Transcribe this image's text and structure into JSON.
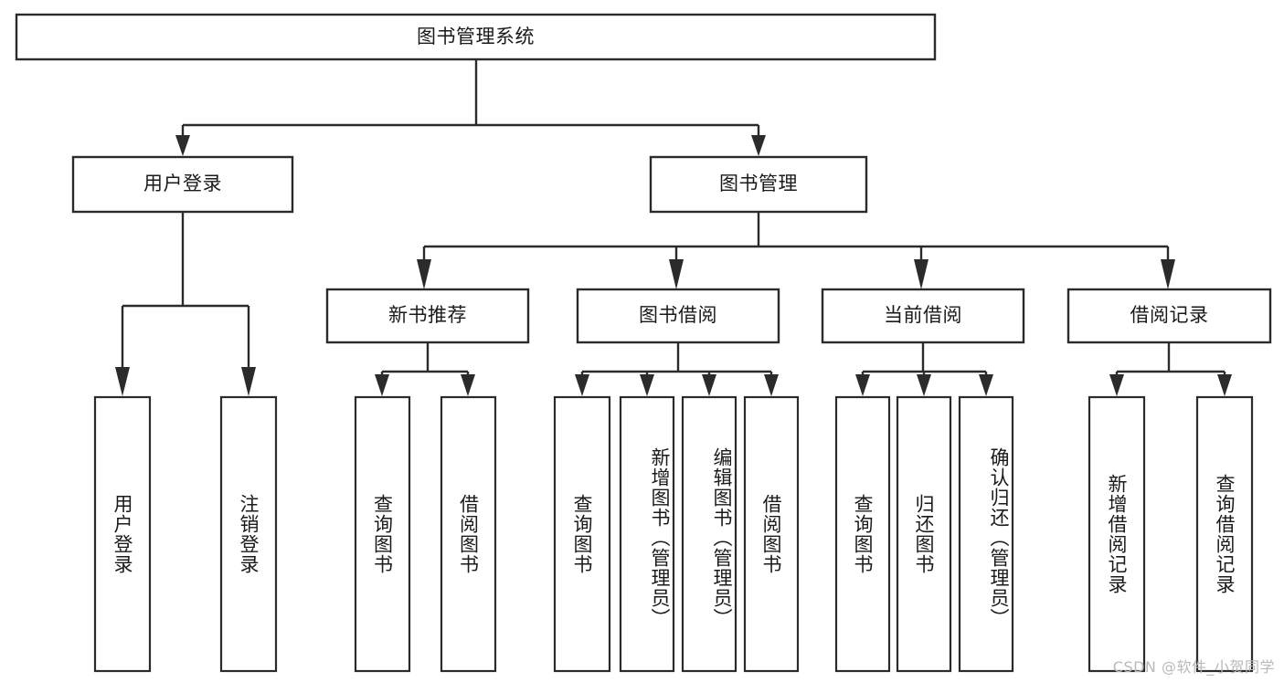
{
  "diagram": {
    "title": "图书管理系统",
    "type": "tree",
    "orientation": "top-down",
    "colors": {
      "box_stroke": "#2b2b2b",
      "box_fill": "#ffffff",
      "text": "#1a1a1a",
      "background": "#ffffff",
      "watermark": "#b9b9b9"
    },
    "root": {
      "id": "root",
      "label": "图书管理系统",
      "text_orientation": "horizontal"
    },
    "level2": [
      {
        "id": "user-login",
        "label": "用户登录",
        "text_orientation": "horizontal"
      },
      {
        "id": "book-management",
        "label": "图书管理",
        "text_orientation": "horizontal"
      }
    ],
    "level3": [
      {
        "id": "new-book-recommend",
        "label": "新书推荐",
        "parent": "book-management",
        "text_orientation": "horizontal"
      },
      {
        "id": "book-borrow",
        "label": "图书借阅",
        "parent": "book-management",
        "text_orientation": "horizontal"
      },
      {
        "id": "current-borrow",
        "label": "当前借阅",
        "parent": "book-management",
        "text_orientation": "horizontal"
      },
      {
        "id": "borrow-records",
        "label": "借阅记录",
        "parent": "book-management",
        "text_orientation": "horizontal"
      }
    ],
    "leaves": [
      {
        "id": "leaf-user-login",
        "label": "用户登录",
        "parent": "user-login",
        "text_orientation": "vertical"
      },
      {
        "id": "leaf-logout",
        "label": "注销登录",
        "parent": "user-login",
        "text_orientation": "vertical"
      },
      {
        "id": "leaf-query-book-1",
        "label": "查询图书",
        "parent": "new-book-recommend",
        "text_orientation": "vertical"
      },
      {
        "id": "leaf-borrow-book-1",
        "label": "借阅图书",
        "parent": "new-book-recommend",
        "text_orientation": "vertical"
      },
      {
        "id": "leaf-query-book-2",
        "label": "查询图书",
        "parent": "book-borrow",
        "text_orientation": "vertical"
      },
      {
        "id": "leaf-add-book",
        "label": "新增图书（管理员）",
        "parent": "book-borrow",
        "text_orientation": "vertical"
      },
      {
        "id": "leaf-edit-book",
        "label": "编辑图书（管理员）",
        "parent": "book-borrow",
        "text_orientation": "vertical"
      },
      {
        "id": "leaf-borrow-book-2",
        "label": "借阅图书",
        "parent": "book-borrow",
        "text_orientation": "vertical"
      },
      {
        "id": "leaf-query-book-3",
        "label": "查询图书",
        "parent": "current-borrow",
        "text_orientation": "vertical"
      },
      {
        "id": "leaf-return-book",
        "label": "归还图书",
        "parent": "current-borrow",
        "text_orientation": "vertical"
      },
      {
        "id": "leaf-confirm-return",
        "label": "确认归还（管理员）",
        "parent": "current-borrow",
        "text_orientation": "vertical"
      },
      {
        "id": "leaf-add-record",
        "label": "新增借阅记录",
        "parent": "borrow-records",
        "text_orientation": "vertical"
      },
      {
        "id": "leaf-query-record",
        "label": "查询借阅记录",
        "parent": "borrow-records",
        "text_orientation": "vertical"
      }
    ]
  },
  "watermark": {
    "text": "CSDN @软件_小贺同学"
  }
}
